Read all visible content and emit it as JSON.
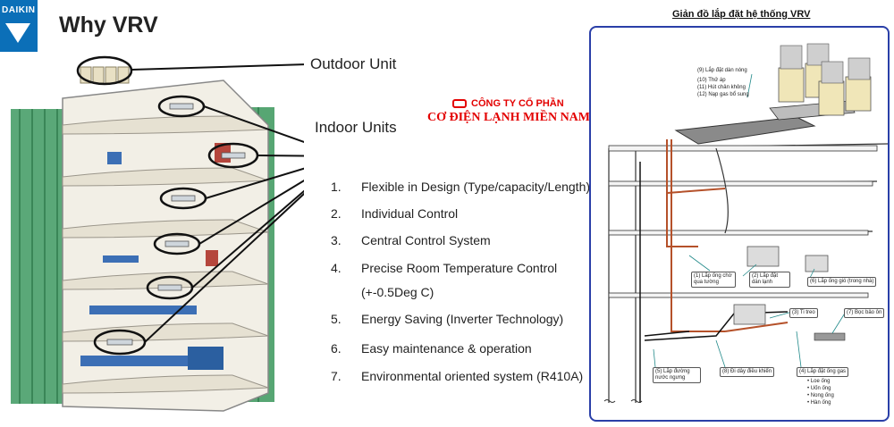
{
  "brand": {
    "logo_text": "DAIKIN"
  },
  "slide": {
    "title": "Why VRV",
    "outdoor_label": "Outdoor Unit",
    "indoor_label": "Indoor Units"
  },
  "features": [
    {
      "num": "1.",
      "text": "Flexible in Design (Type/capacity/Length)"
    },
    {
      "num": "2.",
      "text": "Individual Control"
    },
    {
      "num": "3.",
      "text": "Central Control System"
    },
    {
      "num": "4.",
      "text": "Precise Room Temperature Control"
    },
    {
      "num": "",
      "text": "(+-0.5Deg C)"
    },
    {
      "num": "5.",
      "text": "Energy Saving (Inverter Technology)"
    },
    {
      "num": "6.",
      "text": " Easy maintenance & operation"
    },
    {
      "num": "7.",
      "text": "Environmental oriented system (R410A)"
    }
  ],
  "company": {
    "line1": "CÔNG TY CỔ PHẦN",
    "line2": "CƠ ĐIỆN LẠNH MIỀN NAM"
  },
  "diagram": {
    "title": "Giản đồ lắp đặt hệ thống VRV",
    "top_captions": [
      "(9) Lắp đặt dàn nóng",
      "(10) Thử áp",
      "(11) Hút chân không",
      "(12) Nạp gas bổ sung"
    ],
    "mid_captions": [
      "(1) Lắp ống chờ qua tường",
      "(2) Lắp đặt dàn lạnh",
      "(6) Lắp ống gió (trong nhà)"
    ],
    "low_captions": [
      "(3) Ti treo",
      "(7) Bọc bảo ôn"
    ],
    "bottom_captions": [
      "(5) Lắp đường nước ngưng",
      "(8) Đi dây điều khiển",
      "(4) Lắp đặt ống gas"
    ],
    "pipe_steps": [
      "• Loe ống",
      "• Uốn ống",
      "• Nong ống",
      "• Hàn ống"
    ]
  },
  "colors": {
    "brand_blue": "#0b6fb8",
    "frame_blue": "#2a3fa8",
    "company_red": "#e30000",
    "pipe_brown": "#b5512a"
  }
}
